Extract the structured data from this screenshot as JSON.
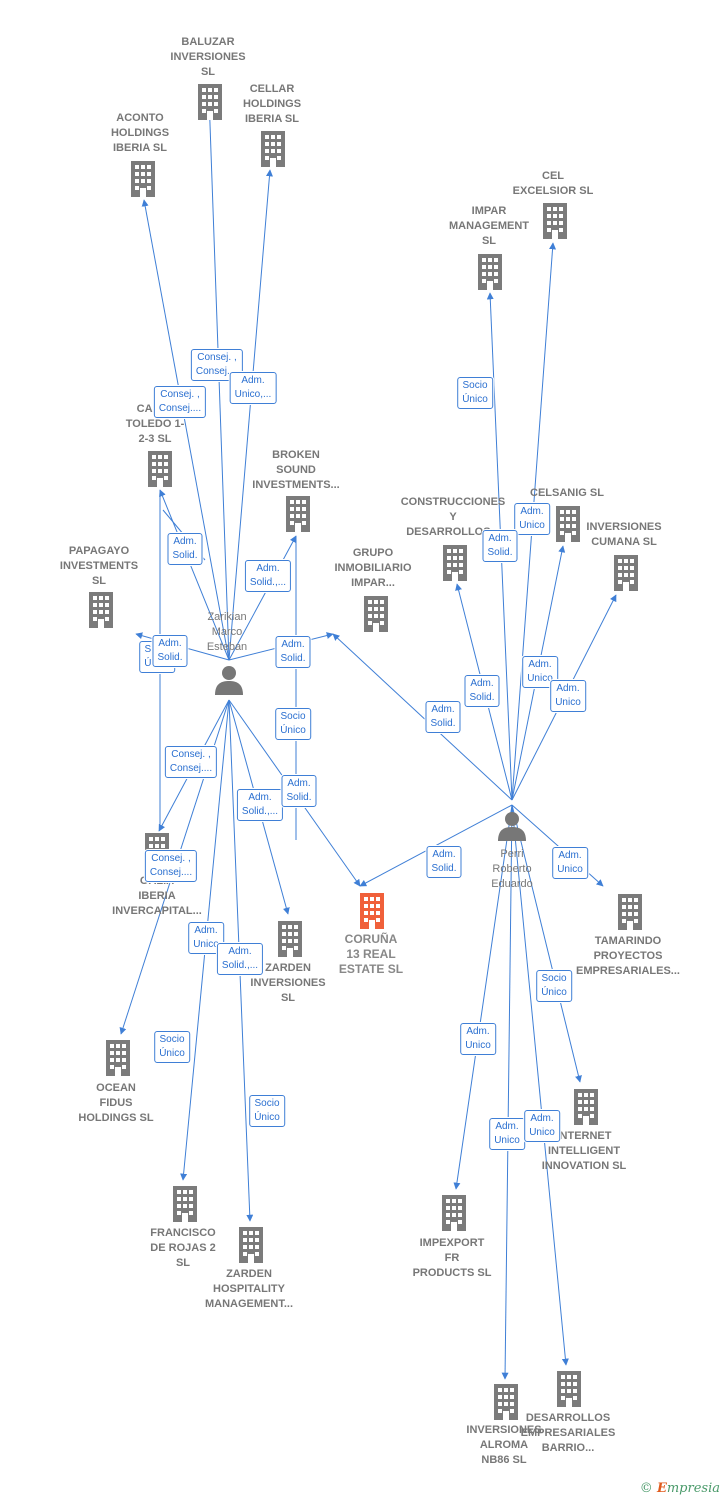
{
  "colors": {
    "edge": "#3f7fd6",
    "company": "#7b7b7b",
    "highlight": "#f0603a",
    "person": "#777777"
  },
  "brand": {
    "copyright": "©",
    "name": "mpresia",
    "initial": "E"
  },
  "nodes": [
    {
      "id": "baluzar",
      "kind": "company",
      "label": "BALUZAR\nINVERSIONES\nSL"
    },
    {
      "id": "cellar",
      "kind": "company",
      "label": "CELLAR\nHOLDINGS\nIBERIA  SL"
    },
    {
      "id": "aconto",
      "kind": "company",
      "label": "ACONTO\nHOLDINGS\nIBERIA  SL"
    },
    {
      "id": "calle_toledo",
      "kind": "company",
      "label": "CALLE\nTOLEDO 1-\n2-3  SL"
    },
    {
      "id": "broken",
      "kind": "company",
      "label": "BROKEN\nSOUND\nINVESTMENTS..."
    },
    {
      "id": "papagayo",
      "kind": "company",
      "label": "PAPAGAYO\nINVESTMENTS\nSL"
    },
    {
      "id": "grupo",
      "kind": "company",
      "label": "GRUPO\nINMOBILIARIO\nIMPAR..."
    },
    {
      "id": "impar_mgmt",
      "kind": "company",
      "label": "IMPAR\nMANAGEMENT\nSL"
    },
    {
      "id": "cel_excelsior",
      "kind": "company",
      "label": "CEL\nEXCELSIOR SL"
    },
    {
      "id": "construcciones",
      "kind": "company",
      "label": "CONSTRUCCIONES\nY\nDESARROLLOS..."
    },
    {
      "id": "celsanig",
      "kind": "company",
      "label": "CELSANIG  SL"
    },
    {
      "id": "cumana",
      "kind": "company",
      "label": "INVERSIONES\nCUMANA SL"
    },
    {
      "id": "galia",
      "kind": "company",
      "label": "GALIA\nIBERIA\nINVERCAPITAL..."
    },
    {
      "id": "coruna",
      "kind": "company",
      "main": true,
      "label": "CORUÑA\n13 REAL\nESTATE  SL"
    },
    {
      "id": "zarden_inv",
      "kind": "company",
      "label": "ZARDEN\nINVERSIONES\nSL"
    },
    {
      "id": "tamarindo",
      "kind": "company",
      "label": "TAMARINDO\nPROYECTOS\nEMPRESARIALES..."
    },
    {
      "id": "ocean",
      "kind": "company",
      "label": "OCEAN\nFIDUS\nHOLDINGS  SL"
    },
    {
      "id": "internet",
      "kind": "company",
      "label": "INTERNET\nINTELLIGENT\nINNOVATION SL"
    },
    {
      "id": "francisco",
      "kind": "company",
      "label": "FRANCISCO\nDE ROJAS 2\nSL"
    },
    {
      "id": "impexport",
      "kind": "company",
      "label": "IMPEXPORT\nFR\nPRODUCTS SL"
    },
    {
      "id": "zarden_hosp",
      "kind": "company",
      "label": "ZARDEN\nHOSPITALITY\nMANAGEMENT..."
    },
    {
      "id": "alroma",
      "kind": "company",
      "label": "INVERSIONES\nALROMA\nNB86  SL"
    },
    {
      "id": "desarrollos_barrio",
      "kind": "company",
      "label": "DESARROLLOS\nEMPRESARIALES\nBARRIO..."
    },
    {
      "id": "zarikian",
      "kind": "person",
      "label": "Zarikian\nMarco\nEsteban"
    },
    {
      "id": "perri",
      "kind": "person",
      "label": "Perri\nRoberto\nEduardo"
    }
  ],
  "edge_labels": [
    {
      "from": "zarikian",
      "to": "baluzar",
      "text": "Consej. ,\nConsej...."
    },
    {
      "from": "zarikian",
      "to": "cellar",
      "text": "Adm.\nUnico,..."
    },
    {
      "from": "zarikian",
      "to": "aconto",
      "text": "Consej. ,\nConsej...."
    },
    {
      "from": "zarikian",
      "to": "calle_toledo",
      "text": "Adm.\nSolid."
    },
    {
      "from": "zarikian",
      "to": "broken",
      "text": "Adm.\nSolid.,..."
    },
    {
      "from": "zarikian",
      "to": "papagayo",
      "text": "Socio\nÚnico"
    },
    {
      "from": "zarikian",
      "to": "papagayo",
      "text": "Adm.\nSolid."
    },
    {
      "from": "zarikian",
      "to": "grupo",
      "text": "Adm.\nSolid."
    },
    {
      "from": "zarikian",
      "to": "broken",
      "text": "Socio\nÚnico"
    },
    {
      "from": "zarikian",
      "to": "galia",
      "text": "Consej. ,\nConsej...."
    },
    {
      "from": "zarikian",
      "to": "zarden_inv",
      "text": "Adm.\nSolid.,..."
    },
    {
      "from": "zarikian",
      "to": "coruna",
      "text": "Adm.\nSolid."
    },
    {
      "from": "zarikian",
      "to": "ocean",
      "text": "Consej. ,\nConsej...."
    },
    {
      "from": "zarikian",
      "to": "francisco",
      "text": "Adm.\nUnico"
    },
    {
      "from": "zarikian",
      "to": "zarden_hosp",
      "text": "Adm.\nSolid.,..."
    },
    {
      "from": "zarikian",
      "to": "francisco",
      "text": "Socio\nÚnico"
    },
    {
      "from": "zarikian",
      "to": "zarden_hosp",
      "text": "Socio\nÚnico"
    },
    {
      "from": "perri",
      "to": "impar_mgmt",
      "text": "Socio\nÚnico"
    },
    {
      "from": "perri",
      "to": "celsanig",
      "text": "Adm.\nUnico"
    },
    {
      "from": "perri",
      "to": "construcciones",
      "text": "Adm.\nSolid."
    },
    {
      "from": "perri",
      "to": "grupo",
      "text": "Adm.\nSolid."
    },
    {
      "from": "perri",
      "to": "construcciones",
      "text": "Adm.\nSolid."
    },
    {
      "from": "perri",
      "to": "cel_excelsior",
      "text": "Adm.\nUnico"
    },
    {
      "from": "perri",
      "to": "cumana",
      "text": "Adm.\nUnico"
    },
    {
      "from": "perri",
      "to": "coruna",
      "text": "Adm.\nSolid."
    },
    {
      "from": "perri",
      "to": "tamarindo",
      "text": "Adm.\nUnico"
    },
    {
      "from": "perri",
      "to": "internet",
      "text": "Socio\nÚnico"
    },
    {
      "from": "perri",
      "to": "impexport",
      "text": "Adm.\nUnico"
    },
    {
      "from": "perri",
      "to": "alroma",
      "text": "Adm.\nUnico"
    },
    {
      "from": "perri",
      "to": "desarrollos_barrio",
      "text": "Adm.\nUnico"
    }
  ]
}
